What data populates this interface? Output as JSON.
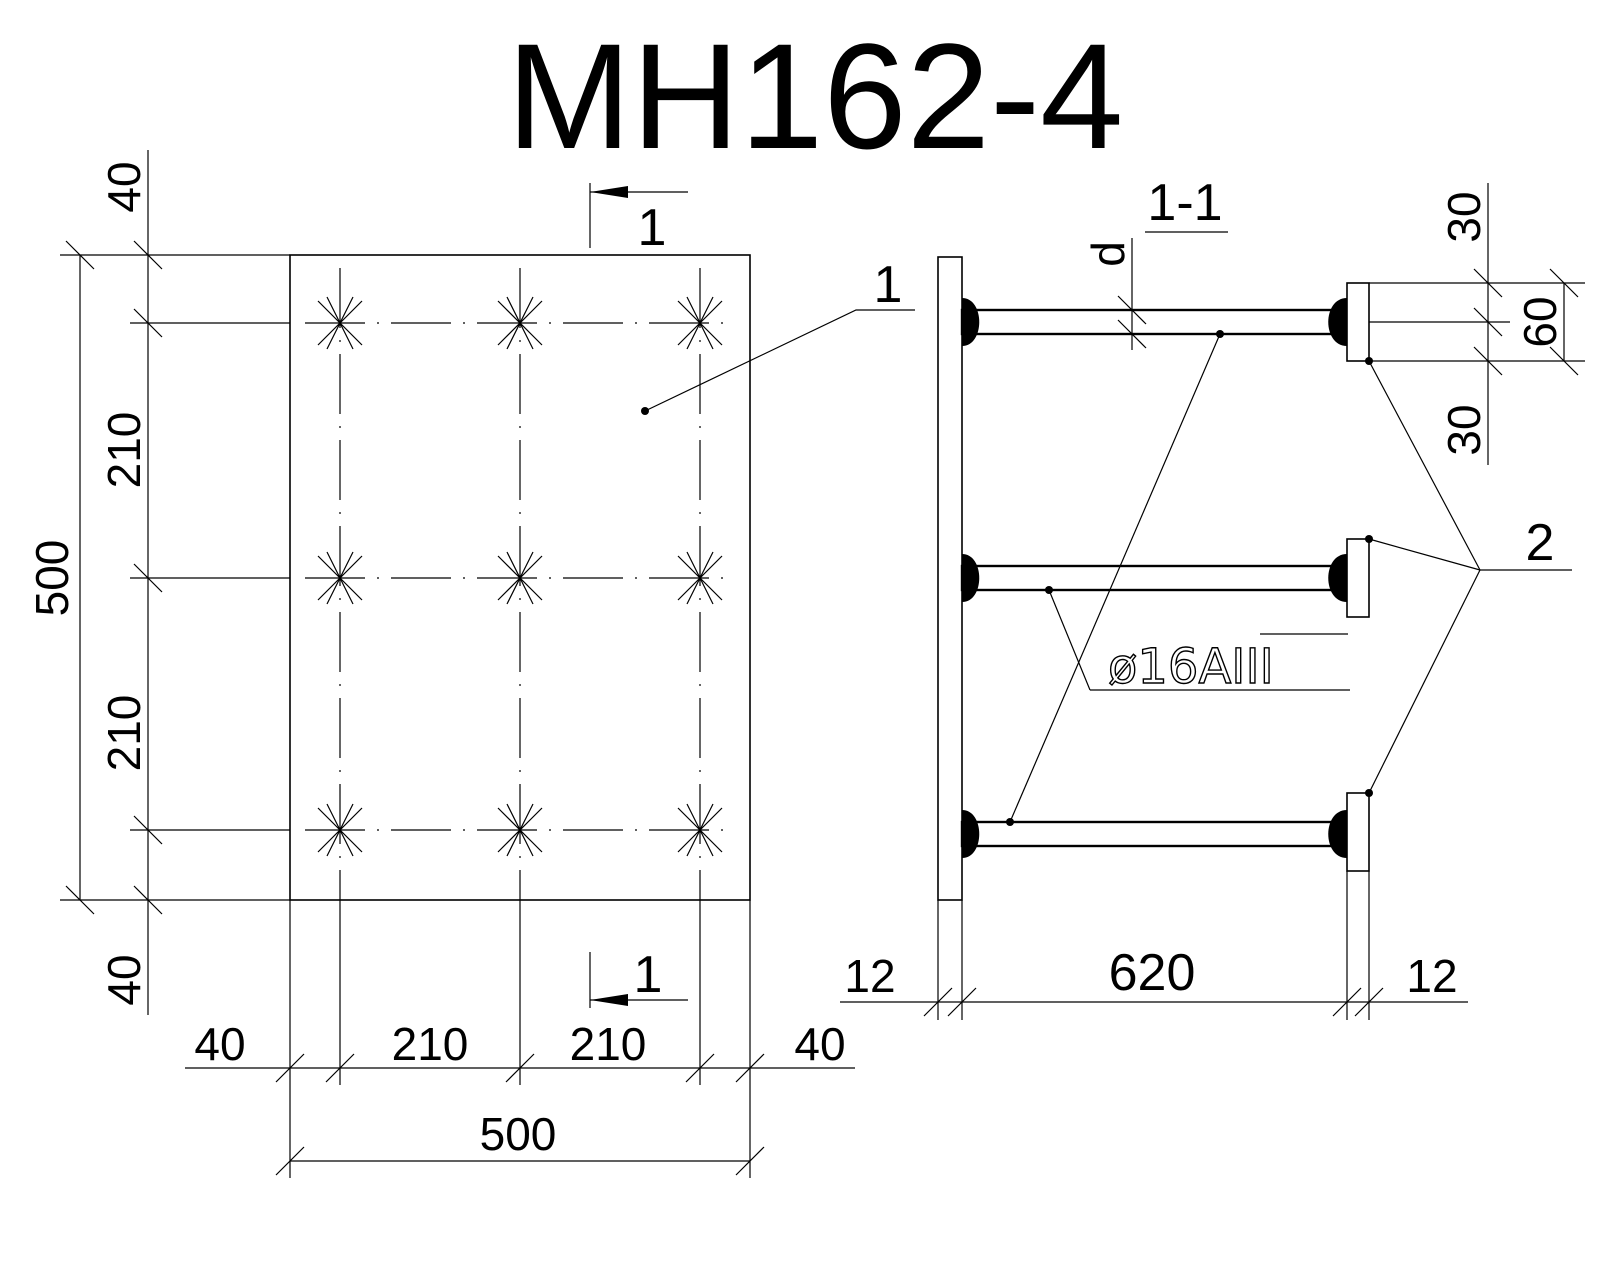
{
  "title": "МН162-4",
  "plan": {
    "section_mark": "1",
    "part_label": "1",
    "dims_vertical": [
      "40",
      "210",
      "500",
      "210",
      "40"
    ],
    "dims_horizontal": [
      "40",
      "210",
      "210",
      "40",
      "500"
    ]
  },
  "section": {
    "title": "1-1",
    "d_label": "d",
    "dims_right": [
      "30",
      "60",
      "30"
    ],
    "dims_bottom": [
      "12",
      "620",
      "12"
    ],
    "part_label": "2",
    "rebar": {
      "diameter": "ø16",
      "grade": "А",
      "class": "III"
    }
  }
}
